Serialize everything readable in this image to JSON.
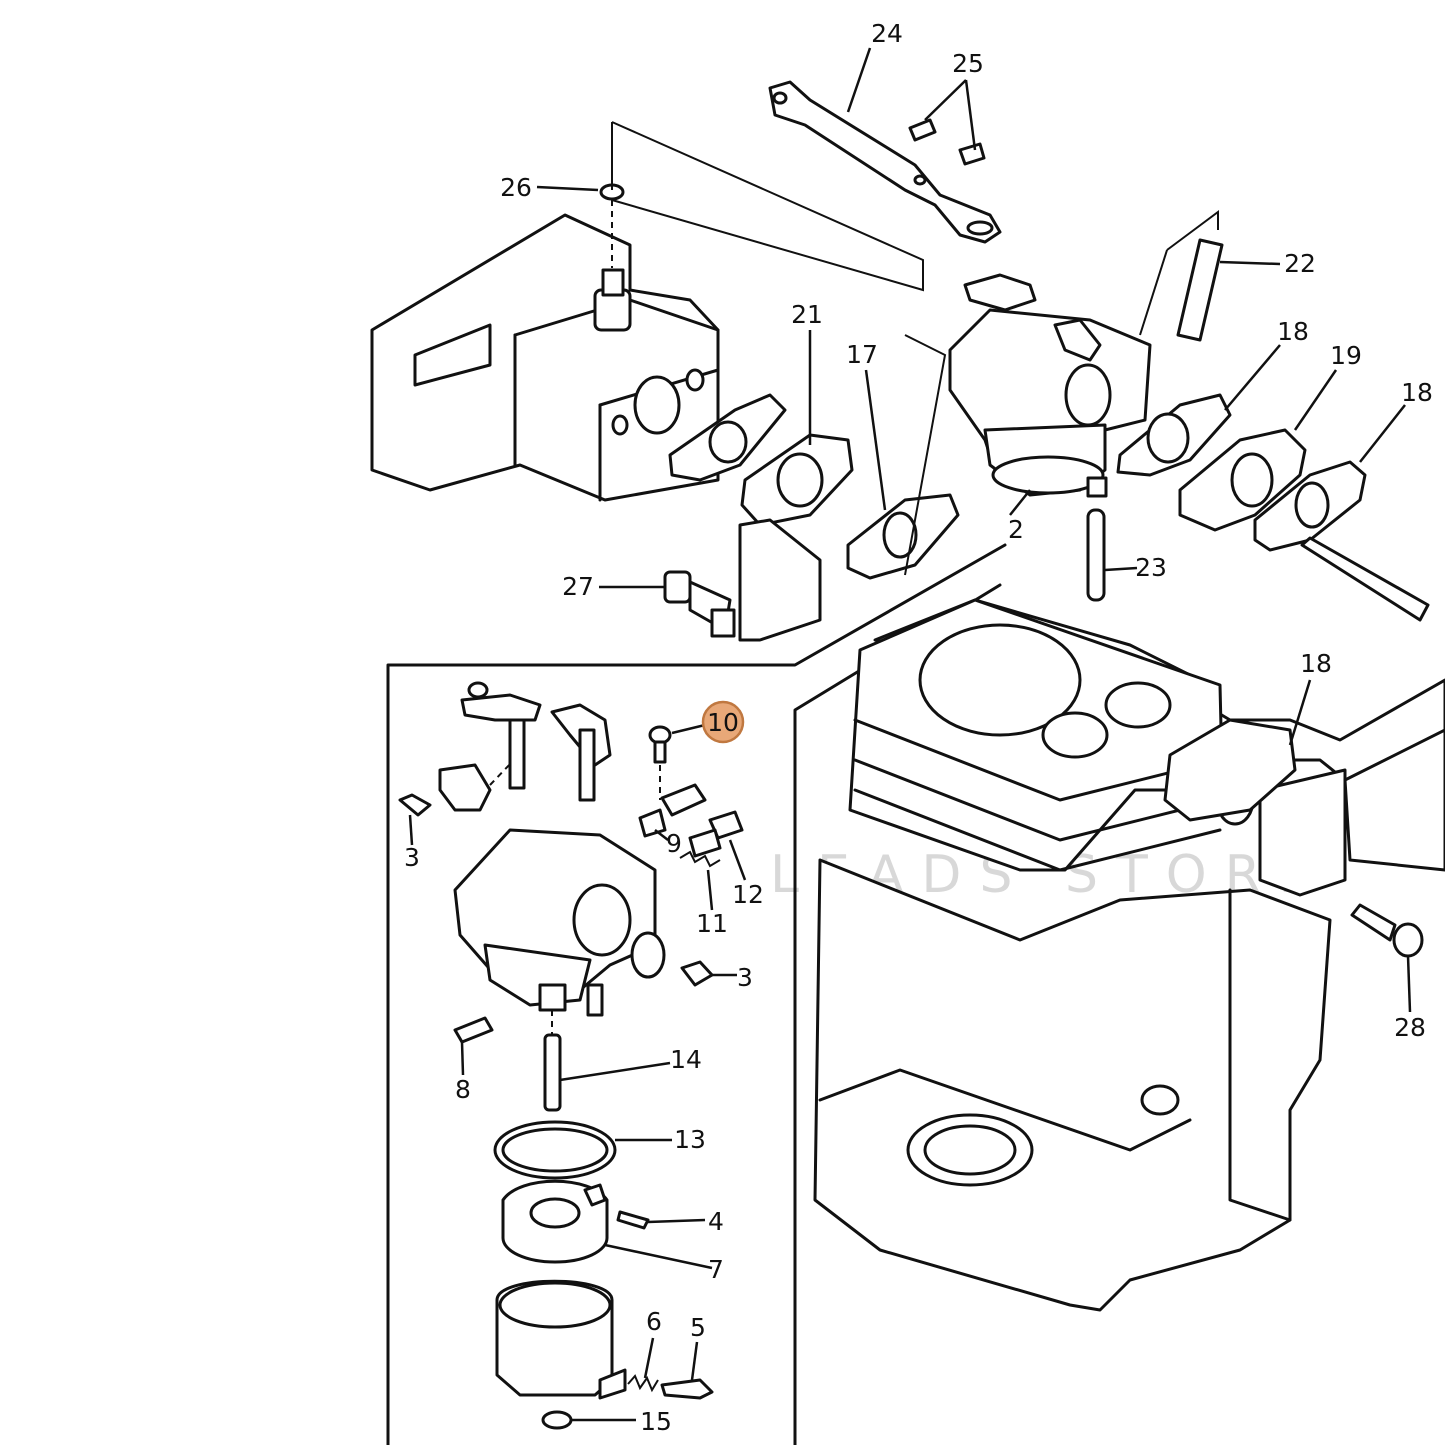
{
  "callouts": [
    {
      "id": "c24",
      "text": "24"
    },
    {
      "id": "c25",
      "text": "25"
    },
    {
      "id": "c26",
      "text": "26"
    },
    {
      "id": "c22",
      "text": "22"
    },
    {
      "id": "c21",
      "text": "21"
    },
    {
      "id": "c17",
      "text": "17"
    },
    {
      "id": "c18a",
      "text": "18"
    },
    {
      "id": "c19",
      "text": "19"
    },
    {
      "id": "c18b",
      "text": "18"
    },
    {
      "id": "c2",
      "text": "2"
    },
    {
      "id": "c23",
      "text": "23"
    },
    {
      "id": "c27",
      "text": "27"
    },
    {
      "id": "c18c",
      "text": "18"
    },
    {
      "id": "c10",
      "text": "10"
    },
    {
      "id": "c3a",
      "text": "3"
    },
    {
      "id": "c9",
      "text": "9"
    },
    {
      "id": "c12",
      "text": "12"
    },
    {
      "id": "c11",
      "text": "11"
    },
    {
      "id": "c3b",
      "text": "3"
    },
    {
      "id": "c28",
      "text": "28"
    },
    {
      "id": "c8",
      "text": "8"
    },
    {
      "id": "c14",
      "text": "14"
    },
    {
      "id": "c13",
      "text": "13"
    },
    {
      "id": "c4",
      "text": "4"
    },
    {
      "id": "c7",
      "text": "7"
    },
    {
      "id": "c6",
      "text": "6"
    },
    {
      "id": "c5",
      "text": "5"
    },
    {
      "id": "c15",
      "text": "15"
    }
  ],
  "highlight": {
    "callout": "10",
    "color": "#e8a878",
    "stroke": "#c07840"
  },
  "watermark": "LEADS STORE"
}
